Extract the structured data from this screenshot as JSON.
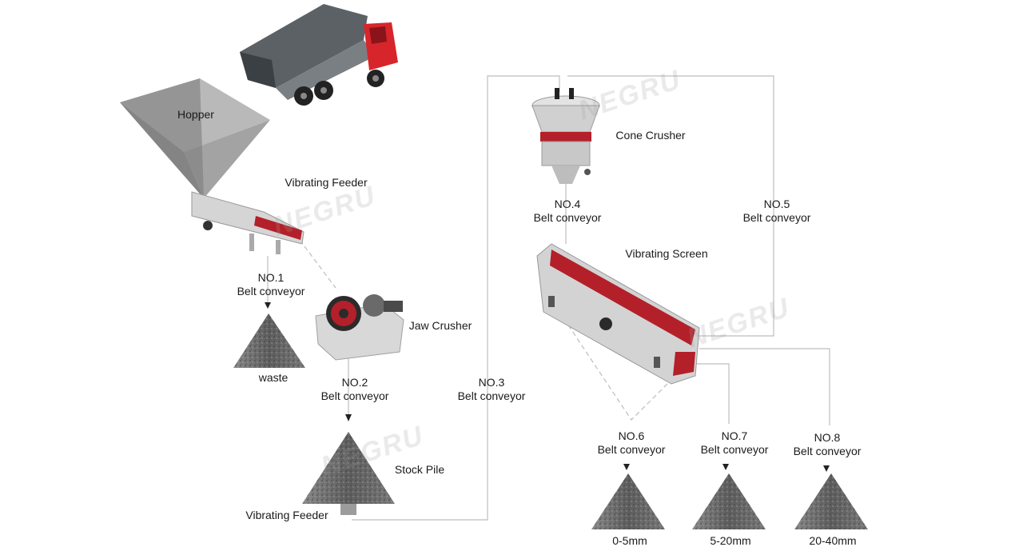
{
  "labels": {
    "hopper": "Hopper",
    "vibrating_feeder_top": "Vibrating Feeder",
    "jaw_crusher": "Jaw Crusher",
    "waste": "waste",
    "stock_pile": "Stock Pile",
    "vibrating_feeder_bottom": "Vibrating Feeder",
    "cone_crusher": "Cone Crusher",
    "vibrating_screen": "Vibrating Screen"
  },
  "conveyors": [
    {
      "no": "NO.1",
      "name": "Belt conveyor"
    },
    {
      "no": "NO.2",
      "name": "Belt conveyor"
    },
    {
      "no": "NO.3",
      "name": "Belt conveyor"
    },
    {
      "no": "NO.4",
      "name": "Belt conveyor"
    },
    {
      "no": "NO.5",
      "name": "Belt conveyor"
    },
    {
      "no": "NO.6",
      "name": "Belt conveyor"
    },
    {
      "no": "NO.7",
      "name": "Belt conveyor"
    },
    {
      "no": "NO.8",
      "name": "Belt conveyor"
    }
  ],
  "products": [
    "0-5mm",
    "5-20mm",
    "20-40mm"
  ],
  "watermark": "NEGRU",
  "colors": {
    "line": "#bdbdbd",
    "accent_red": "#b3202a",
    "machine_gray": "#cfcfcf",
    "pile": "#6a6a6a"
  }
}
